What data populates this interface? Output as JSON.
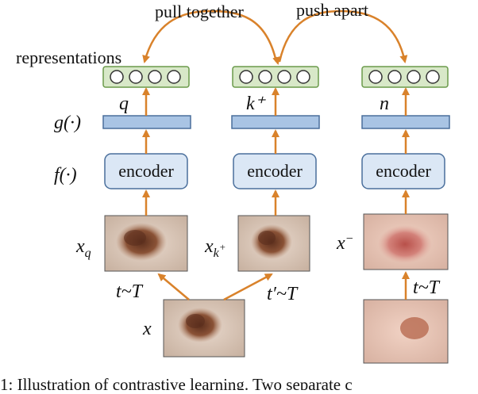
{
  "labels": {
    "pull": "pull together",
    "push": "push apart",
    "representations": "representations",
    "g": "g(·)",
    "f": "f(·)",
    "encoder": "encoder",
    "q": "q",
    "k_plus": "k⁺",
    "n": "n",
    "x_q": "x_q",
    "x_k_plus": "x_k⁺",
    "x_minus": "x⁻",
    "x": "x",
    "t_T": "t~T",
    "t_prime_T": "t′~T"
  },
  "caption": "1: Illustration of contrastive learning. Two separate c",
  "colors": {
    "arrow": "#d9822b",
    "rep_fill": "#d8e8c8",
    "rep_stroke": "#6a9a4a",
    "proj_fill": "#a9c4e4",
    "proj_stroke": "#4a6f9c",
    "enc_fill": "#dbe7f5",
    "enc_stroke": "#4a6f9c"
  }
}
